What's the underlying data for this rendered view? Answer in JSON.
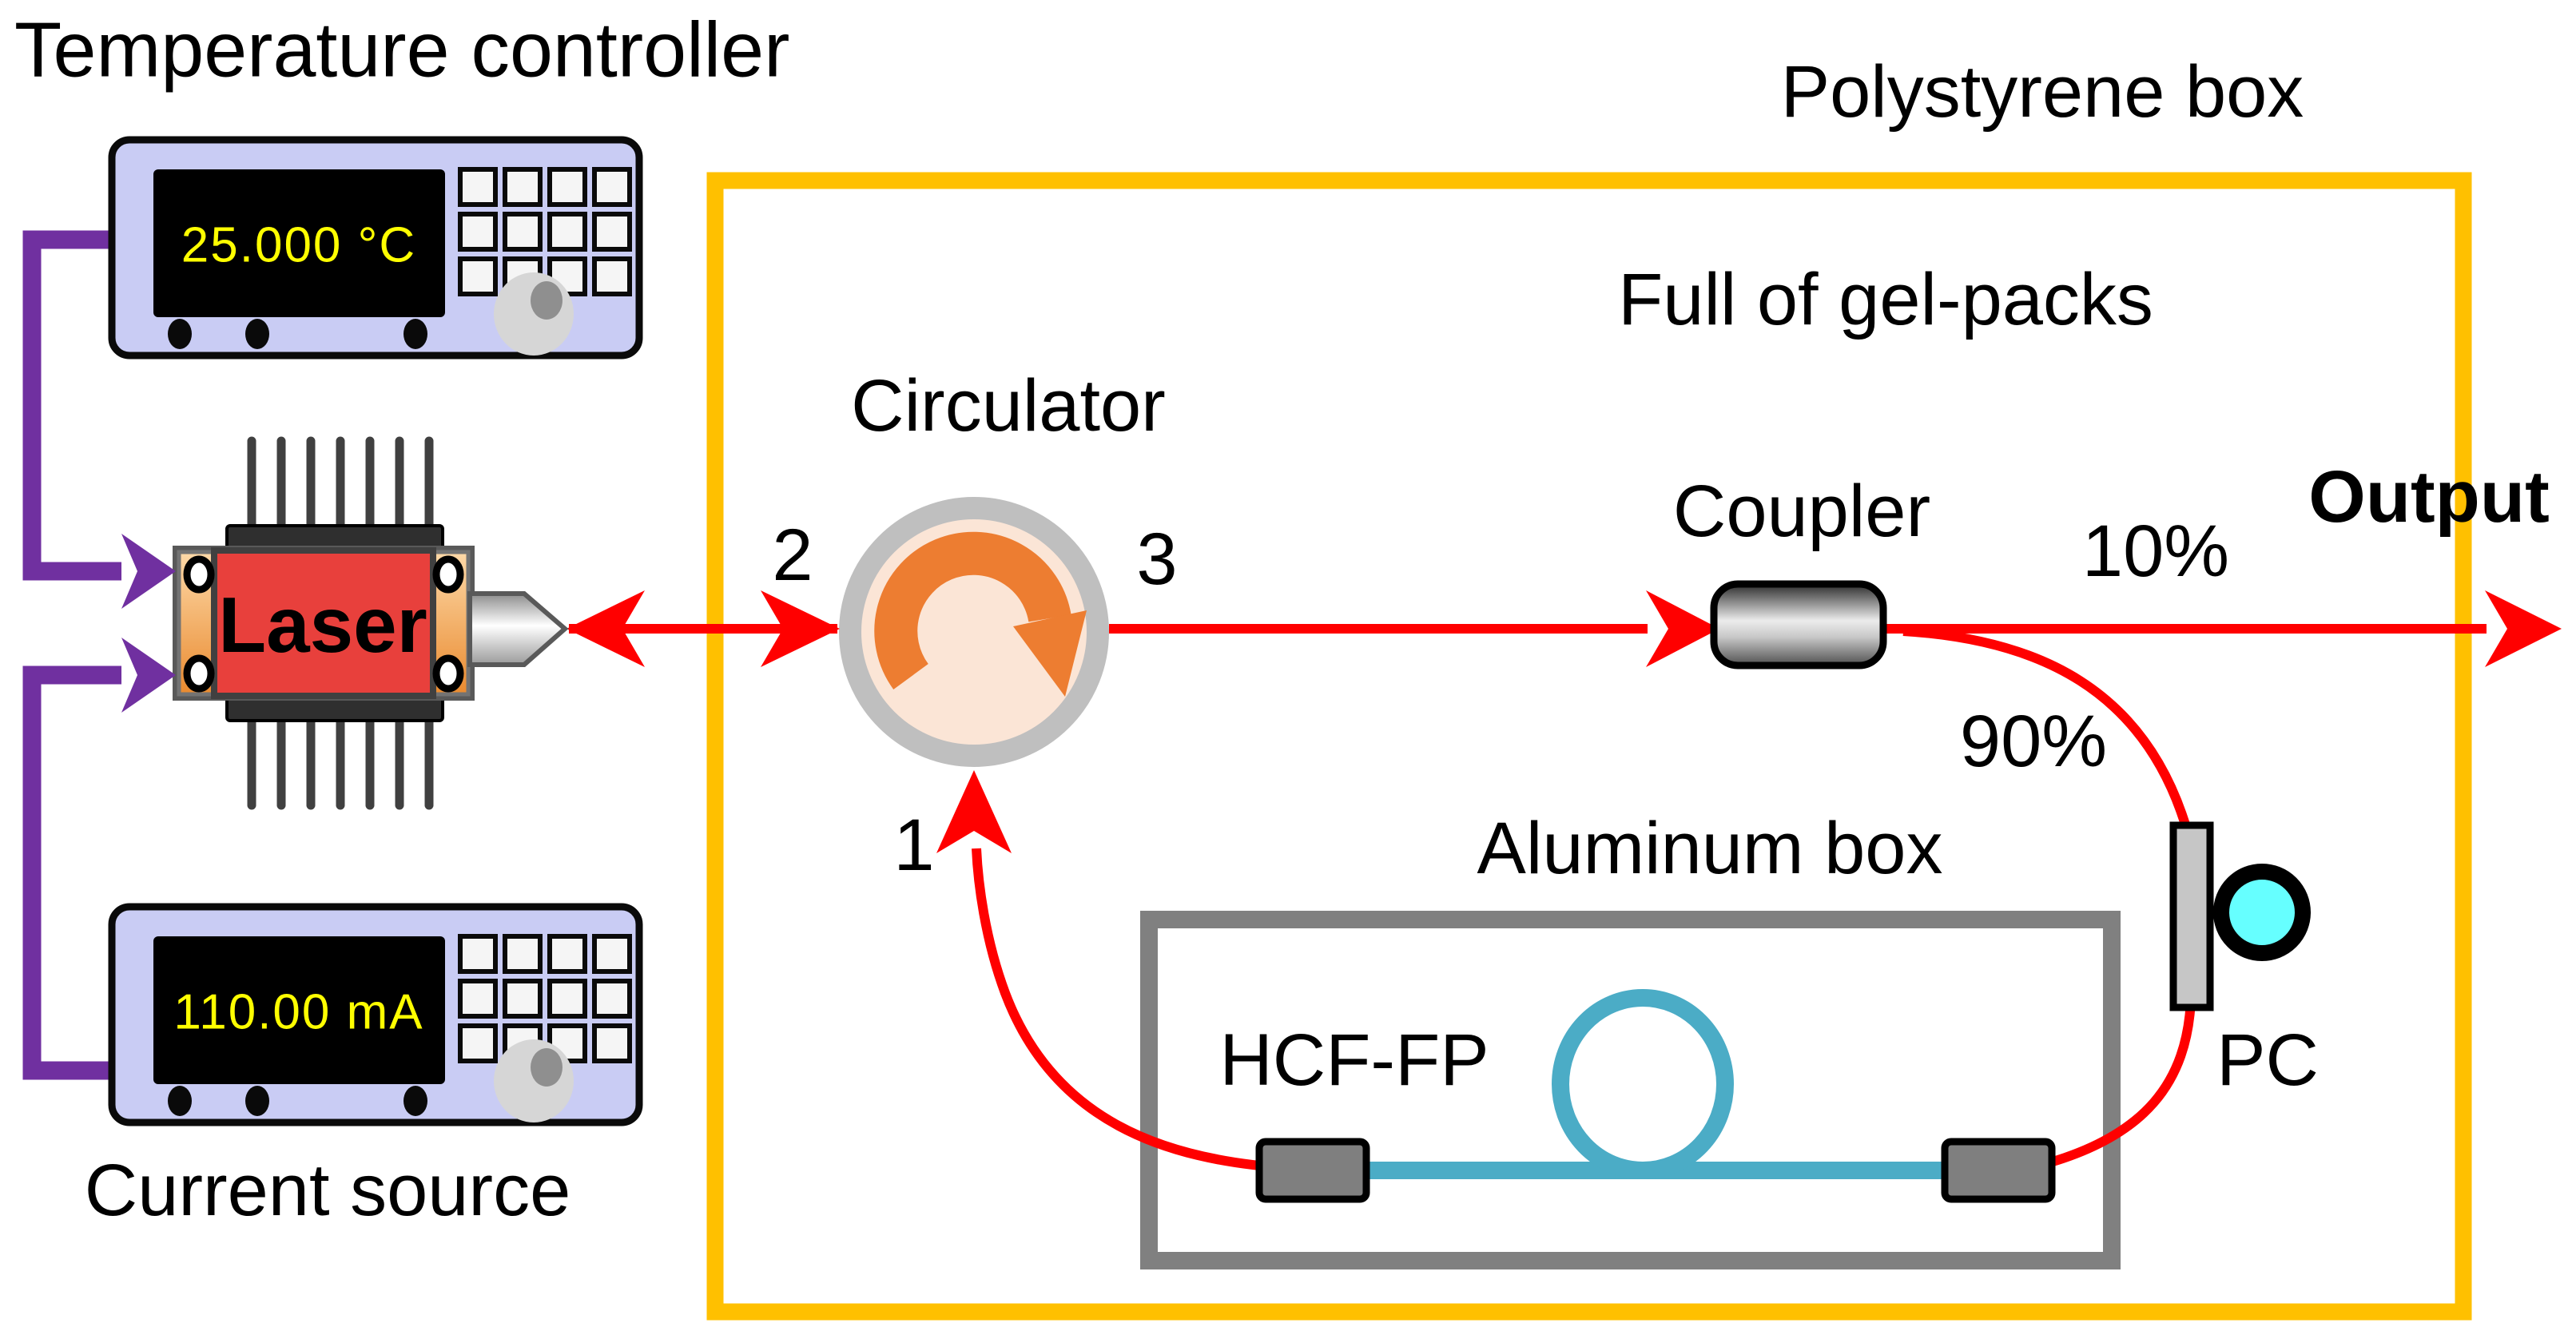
{
  "figure": {
    "type": "experimental-setup-diagram",
    "labels": {
      "temperature_controller": "Temperature controller",
      "current_source": "Current source",
      "polystyrene_box": "Polystyrene box",
      "gel_packs": "Full of gel-packs",
      "circulator": "Circulator",
      "coupler": "Coupler",
      "output": "Output",
      "aluminum_box": "Aluminum box",
      "hcf_fp": "HCF-FP",
      "pc": "PC",
      "laser": "Laser",
      "tap_10": "10%",
      "tap_90": "90%",
      "port1": "1",
      "port2": "2",
      "port3": "3"
    },
    "readouts": {
      "temperature": "25.000 °C",
      "current": "110.00 mA"
    },
    "colors": {
      "fiber_red": "#ff0000",
      "wire_purple": "#7030a0",
      "box_yellow": "#ffc000",
      "fiber_teal": "#4bacc6",
      "circulator_orange": "#ed7d31",
      "circulator_fill": "#fbe5d6",
      "ring_gray": "#bfbfbf",
      "metal_gray": "#808080",
      "laser_red": "#e8403c",
      "display_yellow": "#ffff00",
      "pc_cyan": "#66ffff",
      "device_lavender": "#c9ccf4"
    }
  }
}
